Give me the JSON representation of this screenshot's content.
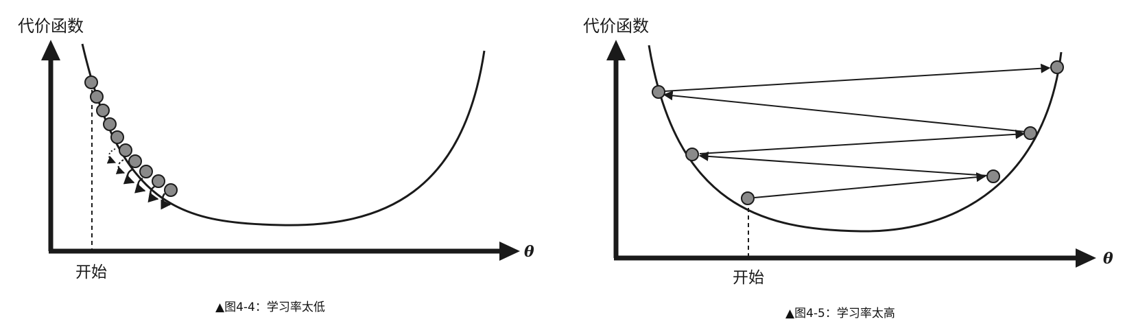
{
  "figures": [
    {
      "y_axis_label": "代价函数",
      "x_axis_label": "θ",
      "start_label": "开始",
      "caption": "▲图4-4：学习率太低"
    },
    {
      "y_axis_label": "代价函数",
      "x_axis_label": "θ",
      "start_label": "开始",
      "caption": "▲图4-5：学习率太高"
    }
  ],
  "colors": {
    "stroke": "#1a1a1a",
    "point_fill": "#8a8a8a",
    "background": "#ffffff"
  }
}
